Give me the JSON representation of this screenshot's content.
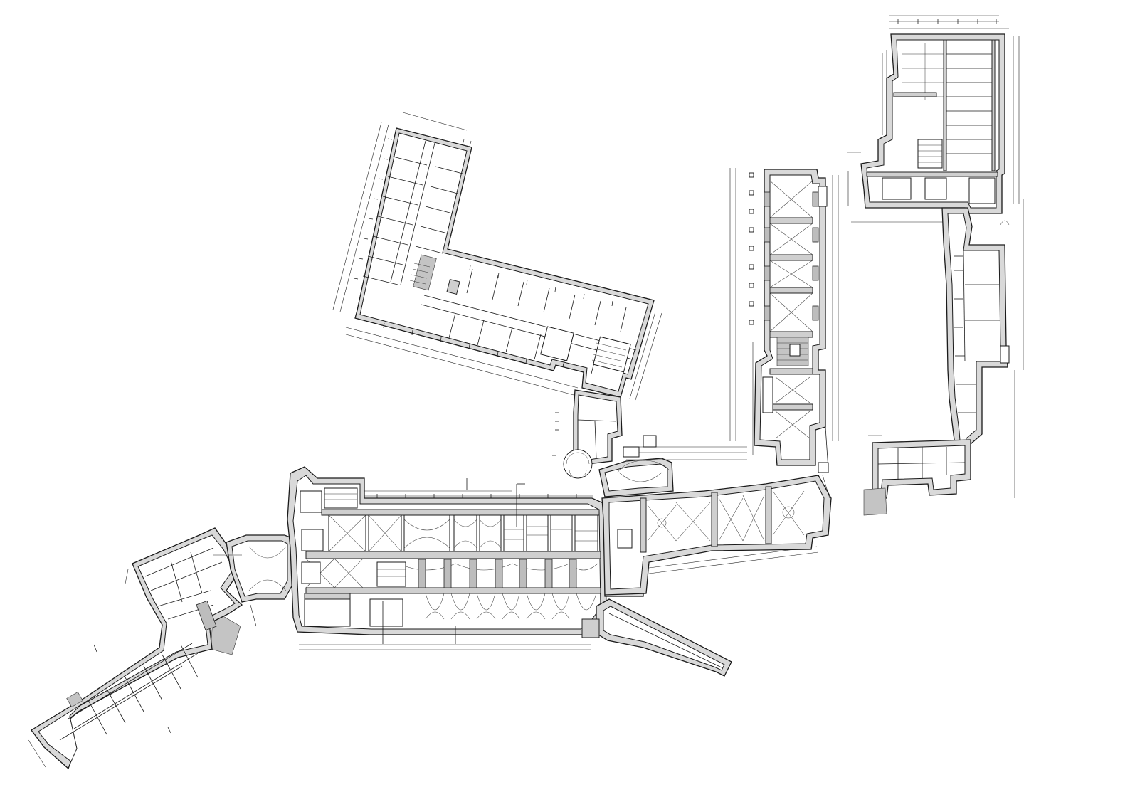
{
  "drawing": {
    "type": "architectural floor plan",
    "background_color": "#ffffff",
    "line_color": "#1a1a1a",
    "wall_fill_color": "#d9d9d9",
    "text_labels": []
  },
  "wings": [
    {
      "id": "north-west-wing-l"
    },
    {
      "id": "south-west-wing"
    },
    {
      "id": "central-main-wing"
    },
    {
      "id": "central-east-block"
    },
    {
      "id": "north-middle-wing"
    },
    {
      "id": "north-east-wing"
    },
    {
      "id": "south-ramp"
    }
  ]
}
